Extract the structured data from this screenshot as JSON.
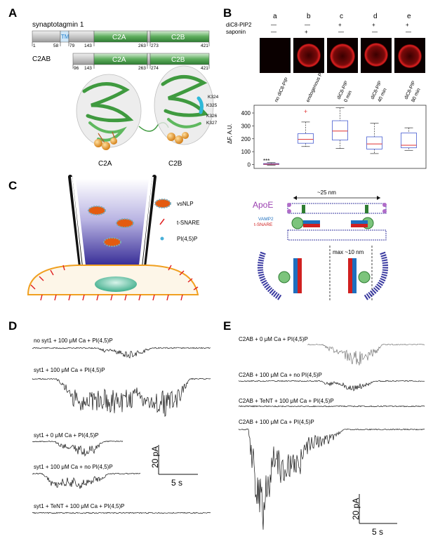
{
  "panels": {
    "A": "A",
    "B": "B",
    "C": "C",
    "D": "D",
    "E": "E"
  },
  "panel_a": {
    "title": "synaptotagmin 1",
    "tm_label": "TM",
    "c2a_label": "C2A",
    "c2b_label": "C2B",
    "full_ticks": [
      "1",
      "58",
      "79",
      "143",
      "263",
      "273",
      "421"
    ],
    "c2ab_label": "C2AB",
    "c2ab_ticks": [
      "96",
      "143",
      "263",
      "274",
      "421"
    ],
    "structure_labels": [
      "C2A",
      "C2B"
    ],
    "lysines": [
      "K324",
      "K325",
      "K326",
      "K327"
    ]
  },
  "panel_b": {
    "col_letters": [
      "a",
      "b",
      "c",
      "d",
      "e"
    ],
    "row_labels": [
      "diC8-PIP2",
      "saponin"
    ],
    "diC8_signs": [
      "—",
      "—",
      "+",
      "+",
      "+"
    ],
    "saponin_signs": [
      "—",
      "+",
      "—",
      "—",
      "—"
    ],
    "image_captions": [
      "no diC8-PIP",
      "endogenous PIP",
      "diC8-PIP",
      "diC8-PIP",
      "diC8-PIP"
    ],
    "caption_times": [
      "",
      "",
      "0 min",
      "40 min",
      "80 min"
    ],
    "ylabel": "ΔF, A.U.",
    "significance": "***"
  },
  "chart_data": {
    "type": "box",
    "ylabel": "ΔF, A.U.",
    "ylim": [
      -30,
      460
    ],
    "yticks": [
      0,
      100,
      200,
      300,
      400
    ],
    "series": [
      {
        "min": -5,
        "q1": 0,
        "median": 3,
        "q3": 8,
        "max": 15
      },
      {
        "min": 140,
        "q1": 165,
        "median": 195,
        "q3": 240,
        "max": 330,
        "outlier": 410
      },
      {
        "min": 125,
        "q1": 190,
        "median": 260,
        "q3": 340,
        "max": 440
      },
      {
        "min": 85,
        "q1": 120,
        "median": 160,
        "q3": 215,
        "max": 320
      },
      {
        "min": 110,
        "q1": 130,
        "median": 150,
        "q3": 245,
        "max": 285
      }
    ]
  },
  "panel_c": {
    "legend": [
      "vsNLP",
      "t-SNARE",
      "PI(4,5)P"
    ],
    "apoe": "ApoE",
    "distance_top": "~25 nm",
    "vamp2": "VAMP2",
    "tsnare": "t-SNARE",
    "distance_bottom": "max ~10 nm"
  },
  "panel_d": {
    "traces": [
      "no syt1 + 100 μM Ca + PI(4,5)P",
      "syt1 + 100 μM Ca + PI(4,5)P",
      "syt1 + 0 μM Ca + PI(4,5)P",
      "syt1 + 100 μM Ca + no PI(4,5)P",
      "syt1 + TeNT + 100 μM Ca + PI(4,5)P"
    ],
    "scale_current": "20 pA",
    "scale_time": "5 s"
  },
  "panel_e": {
    "traces": [
      "C2AB + 0 μM Ca + PI(4,5)P",
      "C2AB + 100 μM Ca + no PI(4,5)P",
      "C2AB + TeNT + 100 μM Ca + PI(4,5)P",
      "C2AB + 100 μM Ca + PI(4,5)P"
    ],
    "scale_current": "20 pA",
    "scale_time": "5 s"
  }
}
